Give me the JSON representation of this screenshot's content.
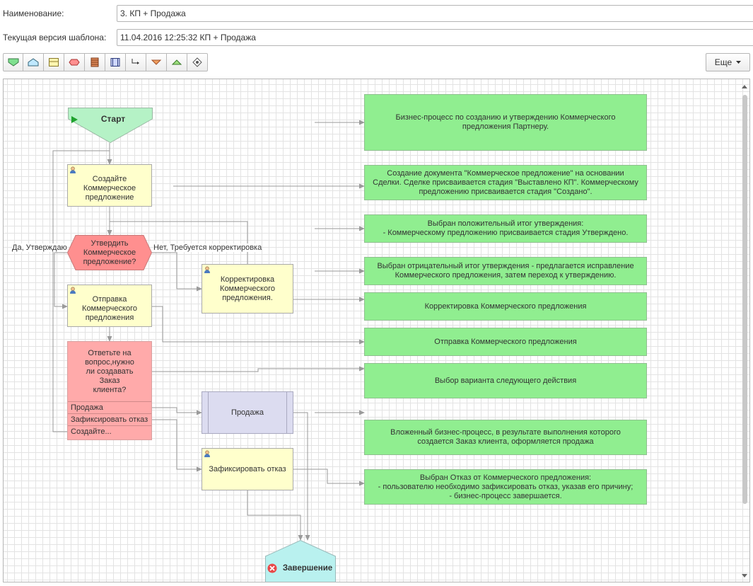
{
  "form": {
    "name_label": "Наименование:",
    "name_value": "3. КП + Продажа",
    "version_label": "Текущая версия шаблона:",
    "version_value": "11.04.2016 12:25:32 КП + Продажа"
  },
  "toolbar": {
    "tools": [
      {
        "name": "start-point-tool",
        "icon": "start-point-icon"
      },
      {
        "name": "end-point-tool",
        "icon": "end-point-icon"
      },
      {
        "name": "activity-tool",
        "icon": "activity-icon"
      },
      {
        "name": "condition-tool",
        "icon": "condition-icon"
      },
      {
        "name": "processing-tool",
        "icon": "processing-icon"
      },
      {
        "name": "subprocess-tool",
        "icon": "subprocess-icon"
      },
      {
        "name": "connector-tool",
        "icon": "connector-icon"
      },
      {
        "name": "split-tool",
        "icon": "split-icon"
      },
      {
        "name": "merge-tool",
        "icon": "merge-icon"
      },
      {
        "name": "choice-tool",
        "icon": "choice-icon"
      }
    ],
    "more_label": "Еще"
  },
  "colors": {
    "note": "#90ee90",
    "task": "#ffffcc",
    "question": "#ffaaaa",
    "subprocess": "#dcdcf0",
    "start": "#b5f2c6",
    "end": "#b9f1ef",
    "condition": "#ff8f8f"
  },
  "diagram": {
    "start": "Старт",
    "finish": "Завершение",
    "task_create": "Создайте Коммерческое предложение",
    "condition": "Утвердить Коммерческое предложение?",
    "edge_yes": "Да, Утверждаю",
    "edge_no": "Нет, Требуется корректировка",
    "task_correct": "Корректировка Коммерческого предложения.",
    "task_send": "Отправка Коммерческого предложения",
    "question": {
      "text": "Ответьте на вопрос,нужно ли создавать Заказ клиента?",
      "options": [
        "Продажа",
        "Зафиксировать отказ",
        "Создайте..."
      ]
    },
    "subprocess": "Продажа",
    "task_reject": "Зафиксировать отказ",
    "notes": [
      "Бизнес-процесс по созданию и утверждению Коммерческого предложения Партнеру.",
      "Создание документа \"Коммерческое предложение\" на основании Сделки. Сделке присваивается стадия \"Выставлено КП\". Коммерческому предложению присваивается стадия \"Создано\".",
      "Выбран положительный итог утверждения:\n- Коммерческому предложению присваивается стадия Утверждено.",
      "Выбран отрицательный итог утверждения - предлагается исправление Коммерческого предложения, затем переход к утверждению.",
      "Корректировка Коммерческого предложения",
      "Отправка Коммерческого предложения",
      "Выбор варианта следующего действия",
      "Вложенный бизнес-процесс, в результате выполнения которого создается Заказ клиента, оформляется продажа",
      "Выбран Отказ от Коммерческого предложения:\n- пользователю необходимо зафиксировать отказ, указав его причину;\n- бизнес-процесс завершается."
    ]
  }
}
